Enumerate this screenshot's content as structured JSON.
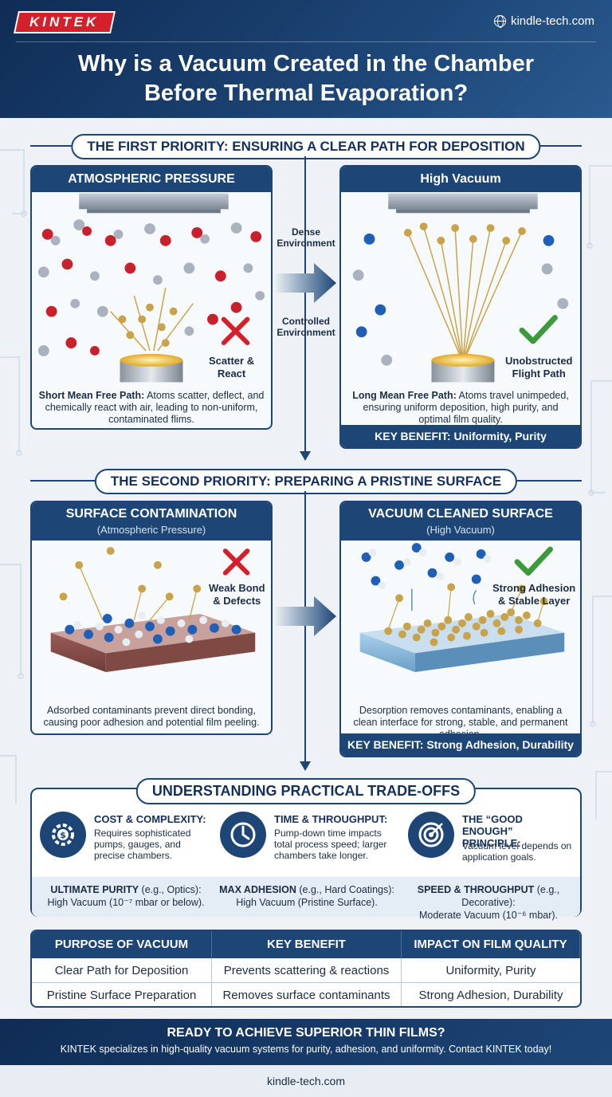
{
  "header": {
    "brand": "KINTEK",
    "site": "kindle-tech.com",
    "title_line1": "Why is a Vacuum Created in the Chamber",
    "title_line2": "Before Thermal Evaporation?"
  },
  "section1": {
    "banner": "THE FIRST PRIORITY: ENSURING A CLEAR PATH FOR DEPOSITION",
    "left": {
      "title": "ATMOSPHERIC PRESSURE",
      "callout_line1": "Scatter &",
      "callout_line2": "React",
      "text_bold": "Short Mean Free Path:",
      "text": " Atoms scatter, deflect, and chemically react with air, leading to non-uniform, contaminated flims."
    },
    "middle": {
      "top_line1": "Dense",
      "top_line2": "Environment",
      "bottom_line1": "Controlled",
      "bottom_line2": "Environment"
    },
    "right": {
      "title": "High Vacuum",
      "callout_line1": "Unobstructed",
      "callout_line2": "Flight Path",
      "text_bold": "Long Mean Free Path:",
      "text": " Atoms travel unimpeded, ensuring uniform deposition, high purity, and optimal film quality.",
      "benefit": "KEY BENEFIT: Uniformity, Purity"
    }
  },
  "section2": {
    "banner": "THE SECOND PRIORITY: PREPARING A PRISTINE SURFACE",
    "left": {
      "title": "SURFACE CONTAMINATION",
      "subtitle": "(Atmospheric Pressure)",
      "callout_line1": "Weak Bond",
      "callout_line2": "& Defects",
      "text": "Adsorbed contaminants prevent direct bonding, causing poor adhesion and potential film peeling."
    },
    "right": {
      "title": "VACUUM CLEANED SURFACE",
      "subtitle": "(High Vacuum)",
      "callout_line1": "Strong Adhesion",
      "callout_line2": "& Stable Layer",
      "text": "Desorption removes contaminants, enabling a clean interface for strong, stable, and permanent adhesion.",
      "benefit": "KEY BENEFIT: Strong Adhesion, Durability"
    }
  },
  "tradeoffs": {
    "banner": "UNDERSTANDING PRACTICAL TRADE-OFFS",
    "items": [
      {
        "title": "COST & COMPLEXITY:",
        "desc": "Requires sophisticated pumps, gauges, and precise chambers."
      },
      {
        "title": "TIME & THROUGHPUT:",
        "desc": "Pump-down time impacts total process speed; larger chambers take longer."
      },
      {
        "title": "THE “GOOD ENOUGH” PRINCIPLE:",
        "desc": "Vacuum level depends on application goals."
      }
    ],
    "levels": [
      {
        "bold": "ULTIMATE PURITY",
        "rest": " (e.g., Optics):",
        "line2": "High Vacuum (10⁻⁷ mbar or below)."
      },
      {
        "bold": "MAX ADHESION",
        "rest": " (e.g., Hard Coatings):",
        "line2": "High Vacuum (Pristine Surface)."
      },
      {
        "bold": "SPEED & THROUGHPUT",
        "rest": " (e.g., Decorative):",
        "line2": "Moderate Vacuum (10⁻⁶ mbar)."
      }
    ]
  },
  "table": {
    "headers": [
      "PURPOSE OF VACUUM",
      "KEY BENEFIT",
      "IMPACT ON FILM QUALITY"
    ],
    "rows": [
      [
        "Clear Path for Deposition",
        "Prevents scattering & reactions",
        "Uniformity, Purity"
      ],
      [
        "Pristine Surface Preparation",
        "Removes surface contaminants",
        "Strong Adhesion, Durability"
      ]
    ]
  },
  "cta": {
    "title": "READY TO ACHIEVE SUPERIOR THIN FILMS?",
    "text": "KINTEK specializes in high-quality vacuum systems for purity, adhesion, and uniformity. Contact KINTEK today!"
  },
  "footer": {
    "site": "kindle-tech.com"
  },
  "colors": {
    "navy": "#1d4677",
    "red": "#d4202a",
    "green": "#3c9a3c",
    "gold": "#c9a34a"
  }
}
